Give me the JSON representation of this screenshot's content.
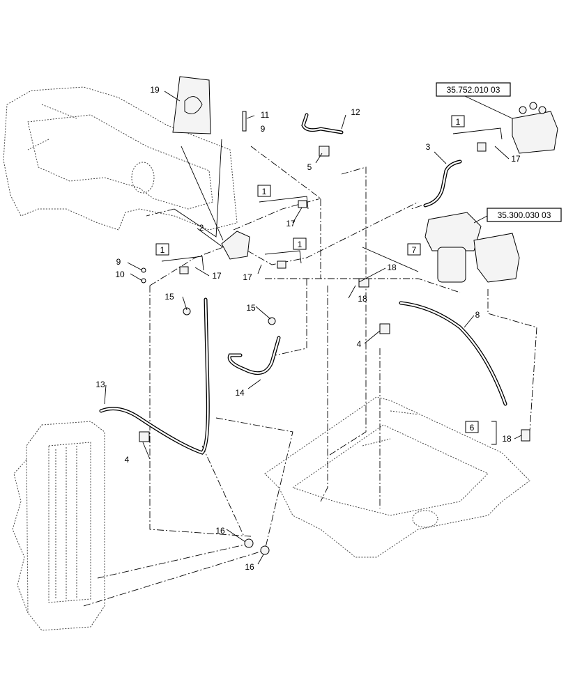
{
  "diagram": {
    "reference_boxes": [
      {
        "id": "ref-a",
        "text": "35.752.010 03"
      },
      {
        "id": "ref-b",
        "text": "35.300.030 03"
      }
    ],
    "kit_boxes": [
      {
        "id": "kit-a",
        "text": "1"
      },
      {
        "id": "kit-b",
        "text": "1"
      },
      {
        "id": "kit-c",
        "text": "1"
      },
      {
        "id": "kit-d",
        "text": "1"
      },
      {
        "id": "kit-e",
        "text": "7"
      },
      {
        "id": "kit-f",
        "text": "6"
      }
    ],
    "callouts": {
      "c2": "2",
      "c3": "3",
      "c4a": "4",
      "c4b": "4",
      "c5": "5",
      "c8": "8",
      "c9a": "9",
      "c9b": "9",
      "c10": "10",
      "c11": "11",
      "c12": "12",
      "c13": "13",
      "c14": "14",
      "c15a": "15",
      "c15b": "15",
      "c16a": "16",
      "c16b": "16",
      "c17a": "17",
      "c17b": "17",
      "c17c": "17",
      "c17d": "17",
      "c18a": "18",
      "c18b": "18",
      "c18c": "18",
      "c19": "19"
    }
  }
}
